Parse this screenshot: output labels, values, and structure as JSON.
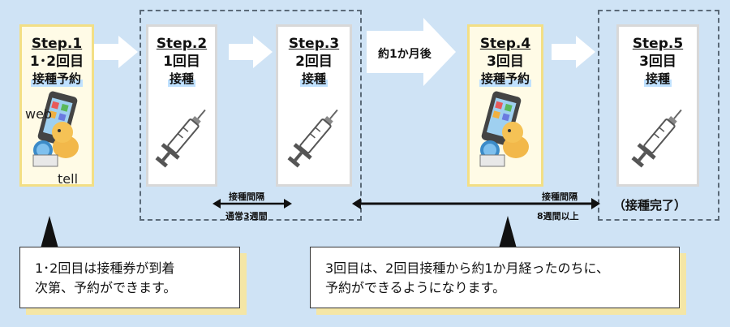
{
  "steps": [
    {
      "step": "Step.1",
      "count": "1･2回目",
      "action": "接種予約"
    },
    {
      "step": "Step.2",
      "count": "1回目",
      "action": "接種"
    },
    {
      "step": "Step.3",
      "count": "2回目",
      "action": "接種"
    },
    {
      "step": "Step.4",
      "count": "3回目",
      "action": "接種予約"
    },
    {
      "step": "Step.5",
      "count": "3回目",
      "action": "接種"
    }
  ],
  "illustration": {
    "web": "web",
    "tell": "tell"
  },
  "interval_after_step3": "約1か月後",
  "interval_2_3": {
    "label": "接種間隔",
    "value": "通常3週間"
  },
  "interval_3_4": {
    "label": "接種間隔",
    "value": "8週間以上"
  },
  "final_label": "（接種完了）",
  "notes": [
    {
      "lines": [
        "1･2回目は接種券が到着",
        "次第、予約ができます。"
      ]
    },
    {
      "lines": [
        "3回目は、2回目接種から約1か月経ったのちに、",
        "予約ができるようになります。"
      ]
    }
  ],
  "colors": {
    "background": "#cfe3f5",
    "highlight": "#bfe1ff",
    "reservation_card": "#fffbe6",
    "note_shadow": "#f4e6a6"
  }
}
